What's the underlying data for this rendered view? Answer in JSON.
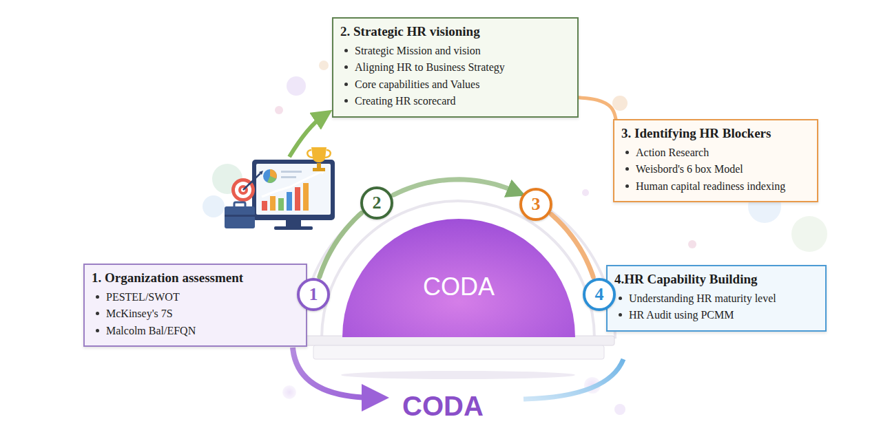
{
  "diagram": {
    "nodes": [
      {
        "text": [
          "1. Organization assessment",
          "PESTEL/SWOT",
          "McKinsey's 7S",
          "Malcolm Bal/EFQN"
        ]
      },
      {
        "text": [
          "2. Strategic HR visioning",
          "Strategic Mission and vision",
          "Aligning HR to Business Strategy",
          "Core capabilities and Values",
          "Creating HR scorecard"
        ]
      },
      {
        "text": [
          "3. Identifying HR Blockers",
          "Action Research",
          "Weisbord's 6 box Model",
          "Human capital readiness indexing"
        ]
      },
      {
        "text": [
          "4.HR Capability Building",
          "Understanding HR maturity level",
          "HR Audit using PCMM"
        ]
      },
      {
        "text": [
          "CODA"
        ]
      },
      {
        "text": [
          "1"
        ]
      },
      {
        "text": [
          "2"
        ]
      },
      {
        "text": [
          "3"
        ]
      },
      {
        "text": [
          "4"
        ]
      }
    ],
    "edges": [
      {
        "from": 5,
        "to": 6,
        "arrow": "none"
      },
      {
        "from": 6,
        "to": 7,
        "arrow": "to"
      },
      {
        "from": 7,
        "to": 8,
        "arrow": "none"
      },
      {
        "from": 1,
        "to": 2,
        "arrow": "none"
      }
    ],
    "labels": [
      "CODA"
    ]
  }
}
